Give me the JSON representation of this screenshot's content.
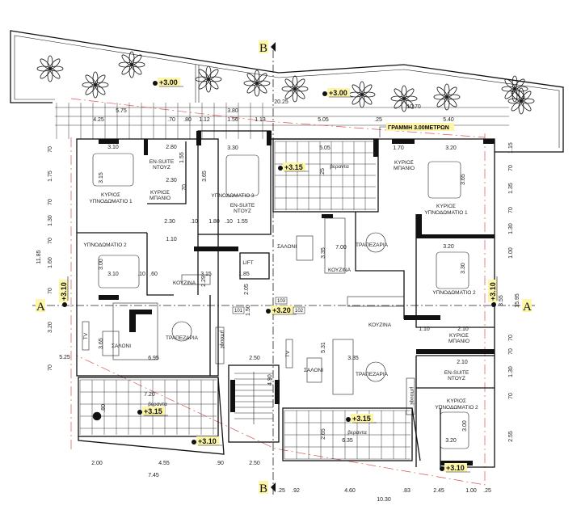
{
  "section_markers": {
    "a_left": "A",
    "a_right": "A",
    "b_top": "B",
    "b_bottom": "B"
  },
  "note_line_label": "ΓΡΑΜΜΗ 3.00ΜΕΤΡΩΝ",
  "levels": [
    "+3.00",
    "+3.00",
    "+3.15",
    "+3.15",
    "+3.15",
    "+3.10",
    "+3.10",
    "+3.10",
    "+3.10",
    "+3.20"
  ],
  "door_tags": [
    "101",
    "102",
    "103"
  ],
  "rooms": [
    "ΚΥΡΙΟΣ",
    "ΥΠΝΟΔΩΜΑΤΙΟ 1",
    "EN-SUITE",
    "ΝΤΟΥΖ",
    "ΚΥΡΙΟΣ",
    "ΜΠΑΝΙΟ",
    "ΥΠΝΟΔΩΜΑΤΙΟ 3",
    "EN-SUITE",
    "ΝΤΟΥΖ",
    "ΥΠΝΟΔΩΜΑΤΙΟ 2",
    "LIFT",
    "ΚΟΥΖΙΝΑ",
    "ΣΑΛΟΝΙ",
    "ΤΡΑΠΕΖΑΡΙΑ",
    "βεραντα",
    "TV",
    "μπουφέ",
    "βεραντα",
    "ΣΑΛΟΝΙ",
    "ΤΡΑΠΕΖΑΡΙΑ",
    "ΚΟΥΖΙΝΑ",
    "ΚΥΡΙΟΣ",
    "ΜΠΑΝΙΟ",
    "ΚΥΡΙΟΣ",
    "ΥΠΝΟΔΩΜΑΤΙΟ 1",
    "ΥΠΝΟΔΩΜΑΤΙΟ 2",
    "ΚΟΥΖΙΝΑ",
    "ΚΥΡΙΟΣ",
    "ΜΠΑΝΙΟ",
    "ΣΑΛΟΝΙ",
    "ΤΡΑΠΕΖΑΡΙΑ",
    "EN-SUITE",
    "ΝΤΟΥΖ",
    "ΚΥΡΙΟΣ",
    "ΥΠΝΟΔΩΜΑΤΙΟ 2",
    "βεραντα",
    "TV",
    "μπουφέ"
  ],
  "dimensions": [
    "5.75",
    "3.80",
    "4.25",
    ".70",
    ".80",
    "1.12",
    "1.56",
    "1.13",
    "20.25",
    "10.70",
    "5.05",
    ".25",
    "5.40",
    "70",
    "1.75",
    "70",
    "1.30",
    "70",
    "1.60",
    "70",
    "3.20",
    "70",
    "11.85",
    "5.25",
    "1.15",
    "70",
    "1.35",
    "70",
    "1.30",
    "1.00",
    "3.55",
    "15.95",
    "70",
    "70",
    "1.30",
    "70",
    "2.55",
    "2.00",
    "4.55",
    ".90",
    "2.50",
    "7.45",
    ".25",
    ".92",
    "4.60",
    ".83",
    "2.45",
    "1.00",
    ".25",
    "10.30",
    "3.10",
    "2.80",
    "1.55",
    "3.15",
    "2.30",
    ".70",
    "3.65",
    "3.30",
    "2.30",
    ".10",
    "1.80",
    ".10",
    "1.55",
    "1.10",
    "3.00",
    "3.10",
    ".10",
    ".60",
    "3.15",
    "2.29",
    "1.85",
    "2.05",
    "1.50",
    "3.65",
    "6.95",
    "2.50",
    "4.90",
    "7.20",
    ".80",
    "5.05",
    ".25",
    "1.70",
    "3.20",
    "3.65",
    "7.00",
    "3.35",
    "3.20",
    "3.30",
    "5.31",
    "3.35",
    "1.10",
    "2.10",
    "2.10",
    "3.00",
    "3.20",
    "2.65",
    "6.35"
  ],
  "colors": {
    "highlight": "#fdf6a8",
    "setback_line": "#dd5555",
    "ink": "#111111"
  }
}
